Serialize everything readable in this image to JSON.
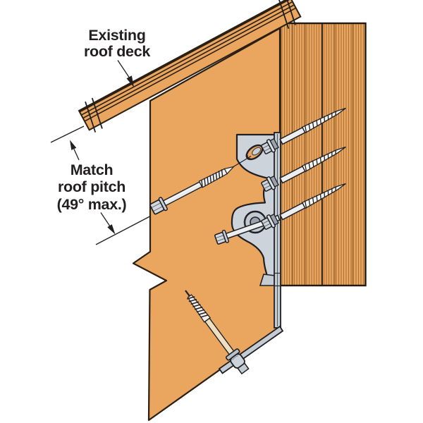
{
  "figure": {
    "title": "Roof connector installation diagram",
    "labels": {
      "existing_roof_deck": [
        "Existing",
        "roof deck"
      ],
      "match_roof_pitch": [
        "Match",
        "roof pitch",
        "(49° max.)"
      ]
    }
  },
  "colors": {
    "background": "#FFFFFF",
    "wood": "#EAA55E",
    "wood_outline": "#2A1F12",
    "grain": "#A06A32",
    "grain_dark": "#8A5728",
    "bracket": "#CDD3DB",
    "bracket_light": "#C5CBD3",
    "bracket_dark": "#9AA2AD",
    "metal": "#EDEEF0",
    "metal_bright": "#D3D8DF",
    "metal_cream": "#EDDFC0",
    "outline": "#1E1F22",
    "text": "#231F20"
  }
}
